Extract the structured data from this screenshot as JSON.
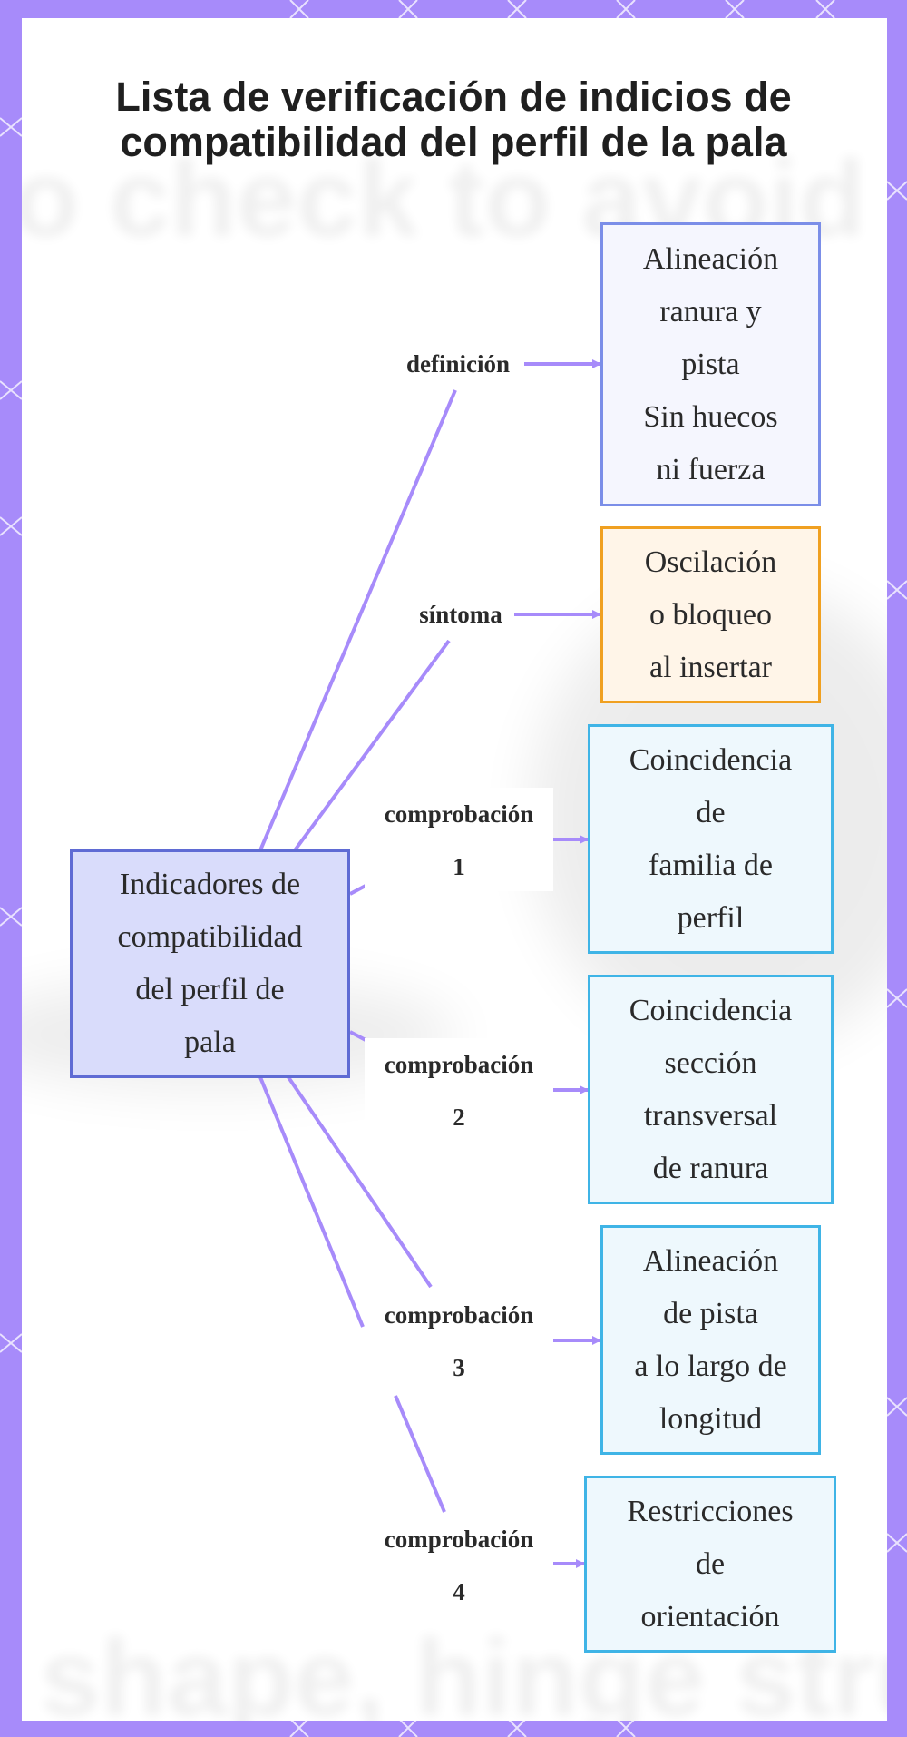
{
  "title": "Lista de verificación de indicios de compatibilidad del perfil de la pala",
  "background_text": {
    "top": "o check to avoid fit",
    "bottom": "shape, hinge struct"
  },
  "colors": {
    "frame": "#a78bfa",
    "edge": "#a78bfa",
    "root_border": "#5f6bd4",
    "definition_border": "#7b8ee8",
    "symptom_border": "#f0a020",
    "check_border": "#3fb4e6"
  },
  "root": {
    "label": "Indicadores de\ncompatibilidad\ndel perfil de\npala"
  },
  "branches": [
    {
      "edge_label": "definición",
      "node_label": "Alineación\nranura y\npista\nSin huecos\nni fuerza"
    },
    {
      "edge_label": "síntoma",
      "node_label": "Oscilación\no bloqueo\nal insertar"
    },
    {
      "edge_label": "comprobación\n1",
      "node_label": "Coincidencia\nde\nfamilia de\nperfil"
    },
    {
      "edge_label": "comprobación\n2",
      "node_label": "Coincidencia\nsección\ntransversal\nde ranura"
    },
    {
      "edge_label": "comprobación\n3",
      "node_label": "Alineación\nde pista\na lo largo de\nlongitud"
    },
    {
      "edge_label": "comprobación\n4",
      "node_label": "Restricciones\nde\norientación"
    }
  ]
}
